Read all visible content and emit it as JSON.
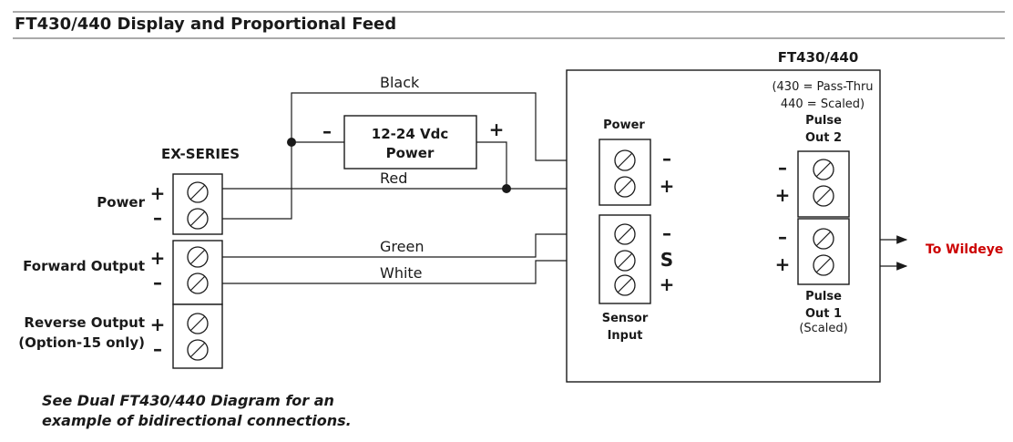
{
  "page_title": "FT430/440 Display and Proportional Feed",
  "ex_series": {
    "label": "EX-SERIES",
    "power_label": "Power",
    "forward_label": "Forward Output",
    "reverse_label_1": "Reverse Output",
    "reverse_label_2": "(Option-15 only)"
  },
  "power_supply": {
    "line1": "12-24 Vdc",
    "line2": "Power"
  },
  "wires": {
    "black": "Black",
    "red": "Red",
    "green": "Green",
    "white": "White"
  },
  "ft": {
    "title": "FT430/440",
    "note1": "(430 = Pass-Thru",
    "note2": "440 = Scaled)",
    "power_label": "Power",
    "sensor_label_1": "Sensor",
    "sensor_label_2": "Input",
    "sensor_s": "S",
    "pulse2_line1": "Pulse",
    "pulse2_line2": "Out 2",
    "pulse1_line1": "Pulse",
    "pulse1_line2": "Out 1",
    "pulse1_scaled": "(Scaled)"
  },
  "signs": {
    "plus": "+",
    "minus": "–"
  },
  "to_wildeye": "To Wildeye",
  "footnote_1": "See Dual FT430/440 Diagram for an",
  "footnote_2": "example of bidirectional connections.",
  "colors": {
    "accent_red": "#cc0000",
    "ink": "#1a1a1a"
  }
}
